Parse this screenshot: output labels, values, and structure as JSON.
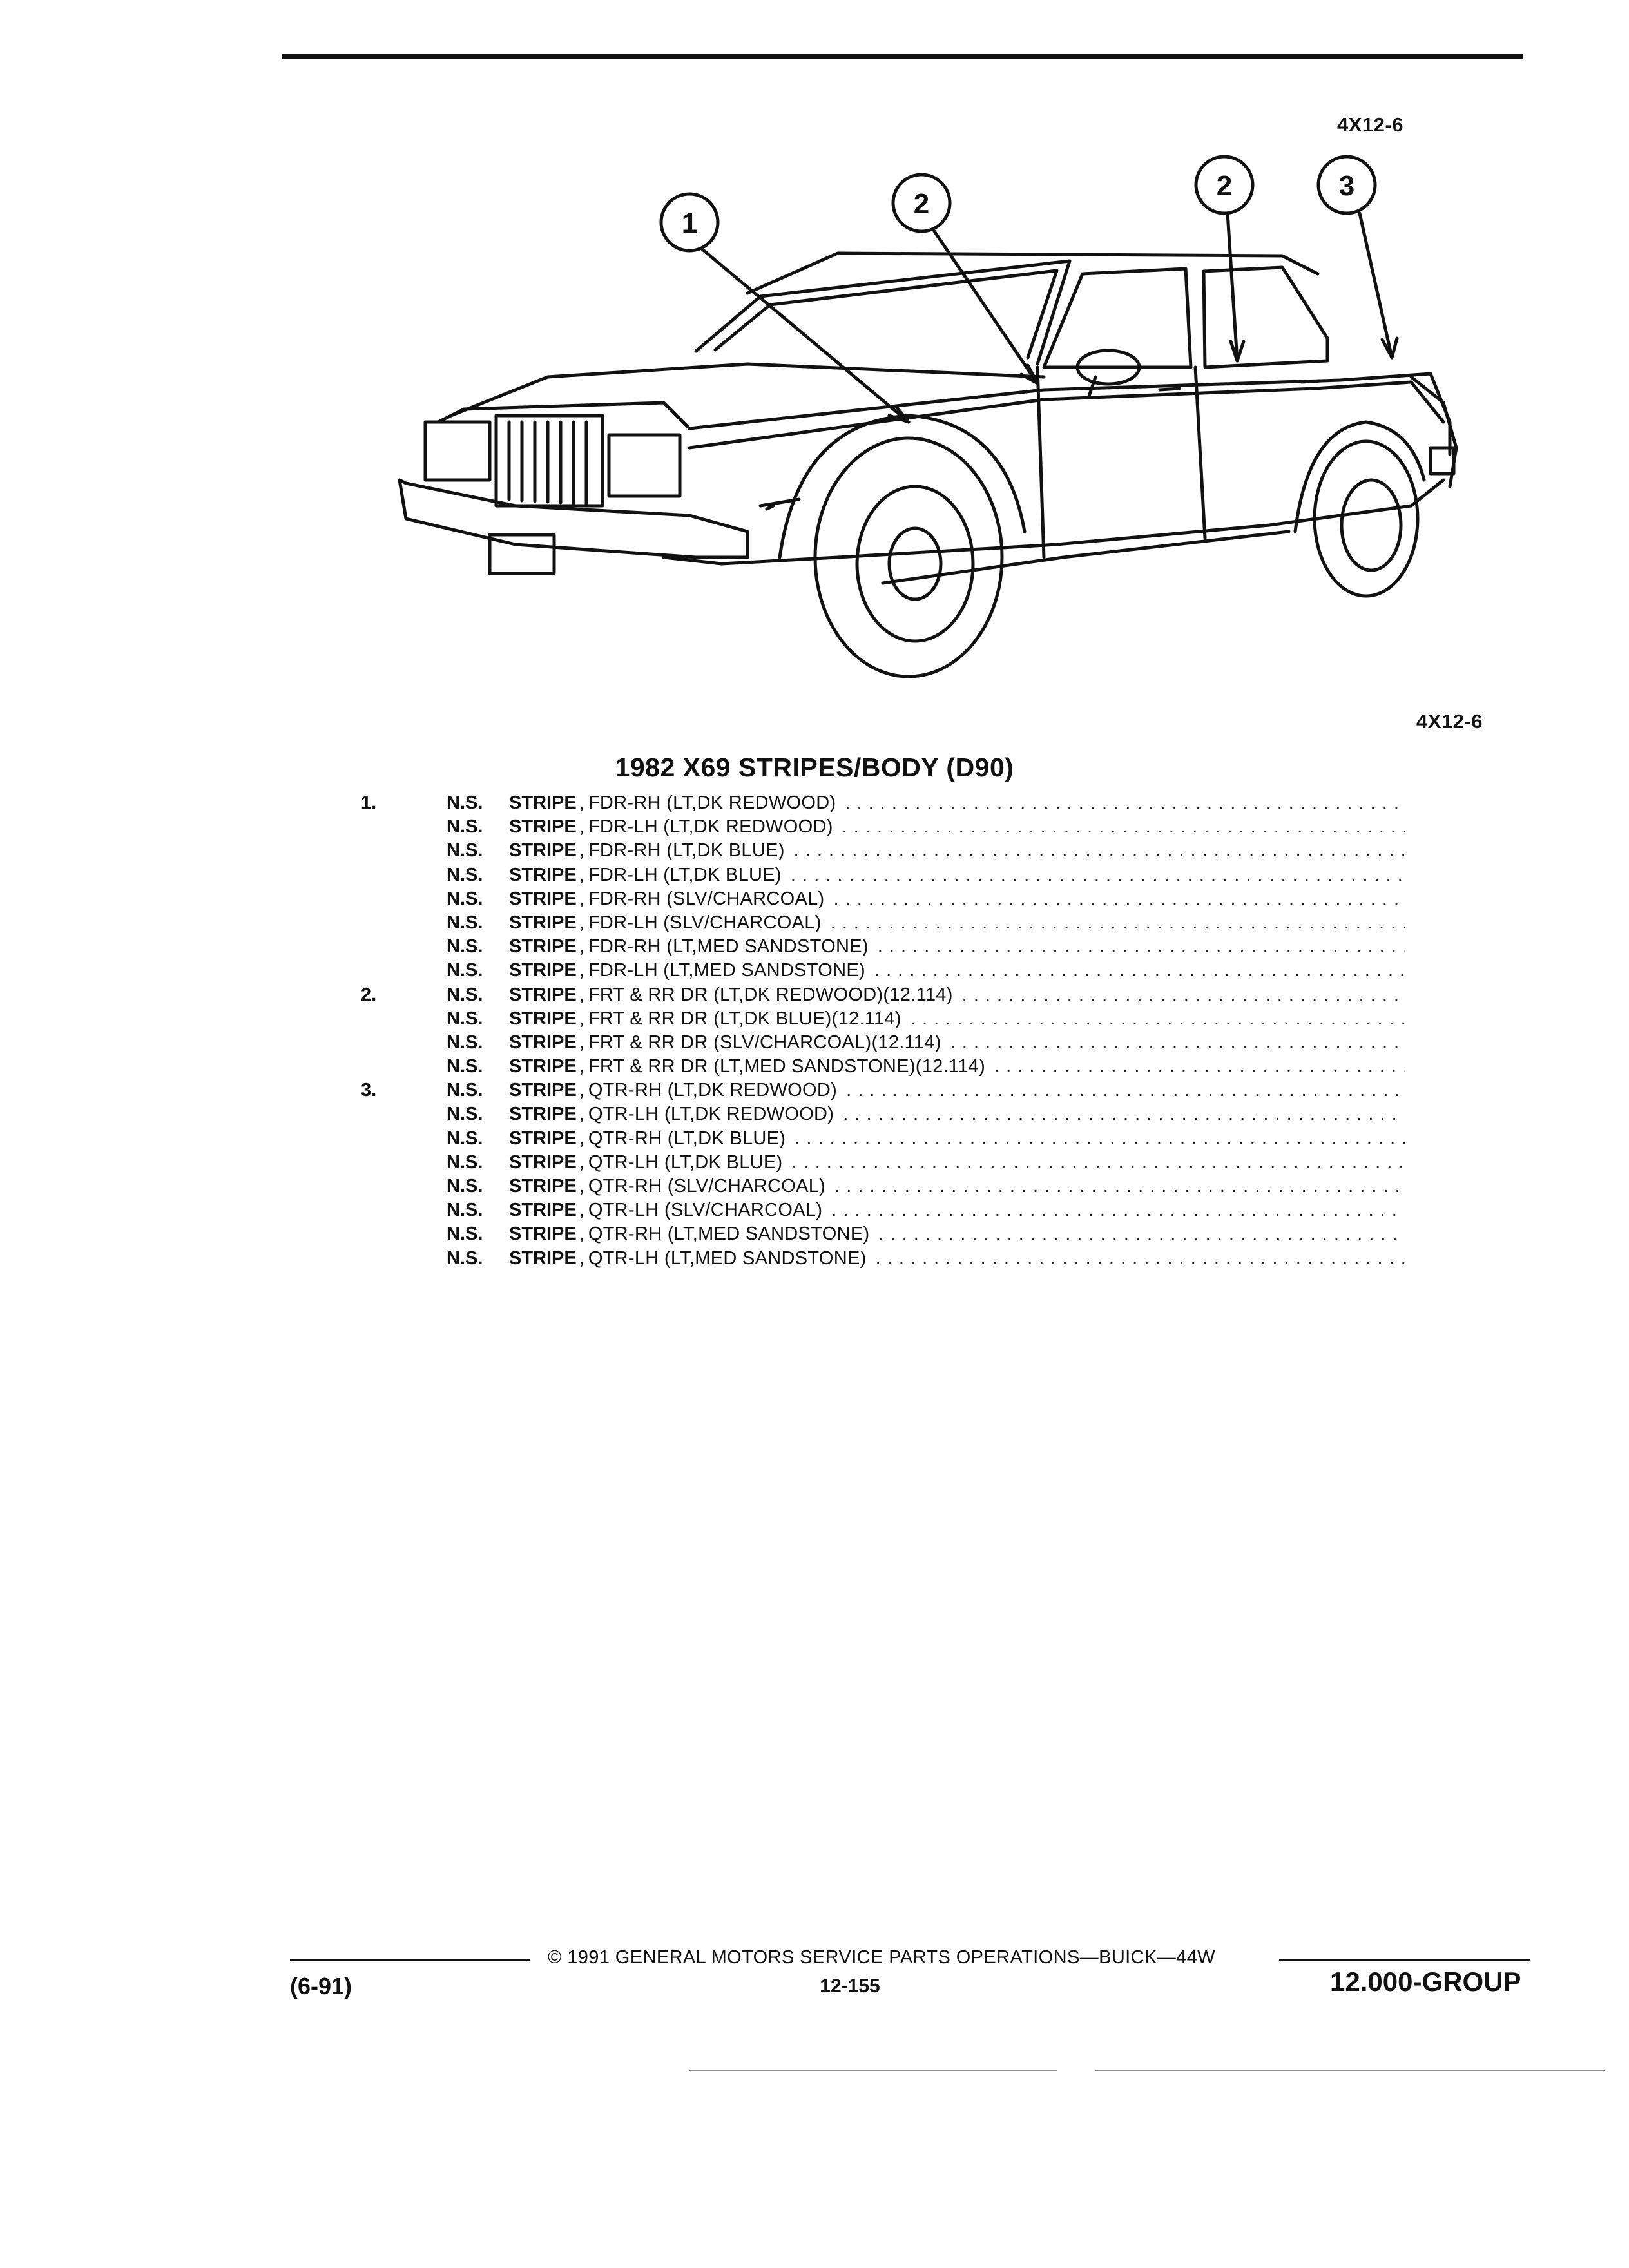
{
  "figure": {
    "code_top": "4X12-6",
    "code_bottom": "4X12-6",
    "callouts": [
      "1",
      "2",
      "2",
      "3"
    ]
  },
  "section_title": "1982 X69 STRIPES/BODY (D90)",
  "parts": [
    {
      "ref": "1.",
      "ns": "N.S.",
      "noun": "STRIPE",
      "desc": "FDR-RH (LT,DK REDWOOD)"
    },
    {
      "ref": "",
      "ns": "N.S.",
      "noun": "STRIPE",
      "desc": "FDR-LH (LT,DK REDWOOD)"
    },
    {
      "ref": "",
      "ns": "N.S.",
      "noun": "STRIPE",
      "desc": "FDR-RH (LT,DK BLUE)"
    },
    {
      "ref": "",
      "ns": "N.S.",
      "noun": "STRIPE",
      "desc": "FDR-LH (LT,DK BLUE)"
    },
    {
      "ref": "",
      "ns": "N.S.",
      "noun": "STRIPE",
      "desc": "FDR-RH (SLV/CHARCOAL)"
    },
    {
      "ref": "",
      "ns": "N.S.",
      "noun": "STRIPE",
      "desc": "FDR-LH (SLV/CHARCOAL)"
    },
    {
      "ref": "",
      "ns": "N.S.",
      "noun": "STRIPE",
      "desc": "FDR-RH (LT,MED SANDSTONE)"
    },
    {
      "ref": "",
      "ns": "N.S.",
      "noun": "STRIPE",
      "desc": "FDR-LH (LT,MED SANDSTONE)"
    },
    {
      "ref": "2.",
      "ns": "N.S.",
      "noun": "STRIPE",
      "desc": "FRT & RR DR (LT,DK REDWOOD)(12.114)"
    },
    {
      "ref": "",
      "ns": "N.S.",
      "noun": "STRIPE",
      "desc": "FRT & RR DR (LT,DK BLUE)(12.114)"
    },
    {
      "ref": "",
      "ns": "N.S.",
      "noun": "STRIPE",
      "desc": "FRT & RR DR (SLV/CHARCOAL)(12.114)"
    },
    {
      "ref": "",
      "ns": "N.S.",
      "noun": "STRIPE",
      "desc": "FRT & RR DR (LT,MED SANDSTONE)(12.114)"
    },
    {
      "ref": "3.",
      "ns": "N.S.",
      "noun": "STRIPE",
      "desc": "QTR-RH (LT,DK REDWOOD)"
    },
    {
      "ref": "",
      "ns": "N.S.",
      "noun": "STRIPE",
      "desc": "QTR-LH (LT,DK REDWOOD)"
    },
    {
      "ref": "",
      "ns": "N.S.",
      "noun": "STRIPE",
      "desc": "QTR-RH (LT,DK BLUE)"
    },
    {
      "ref": "",
      "ns": "N.S.",
      "noun": "STRIPE",
      "desc": "QTR-LH (LT,DK BLUE)"
    },
    {
      "ref": "",
      "ns": "N.S.",
      "noun": "STRIPE",
      "desc": "QTR-RH (SLV/CHARCOAL)"
    },
    {
      "ref": "",
      "ns": "N.S.",
      "noun": "STRIPE",
      "desc": "QTR-LH (SLV/CHARCOAL)"
    },
    {
      "ref": "",
      "ns": "N.S.",
      "noun": "STRIPE",
      "desc": "QTR-RH (LT,MED SANDSTONE)"
    },
    {
      "ref": "",
      "ns": "N.S.",
      "noun": "STRIPE",
      "desc": "QTR-LH (LT,MED SANDSTONE)"
    }
  ],
  "footer": {
    "copyright": "© 1991 GENERAL MOTORS SERVICE PARTS OPERATIONS—BUICK—44W",
    "date": "(6-91)",
    "page": "12-155",
    "group": "12.000-GROUP"
  }
}
